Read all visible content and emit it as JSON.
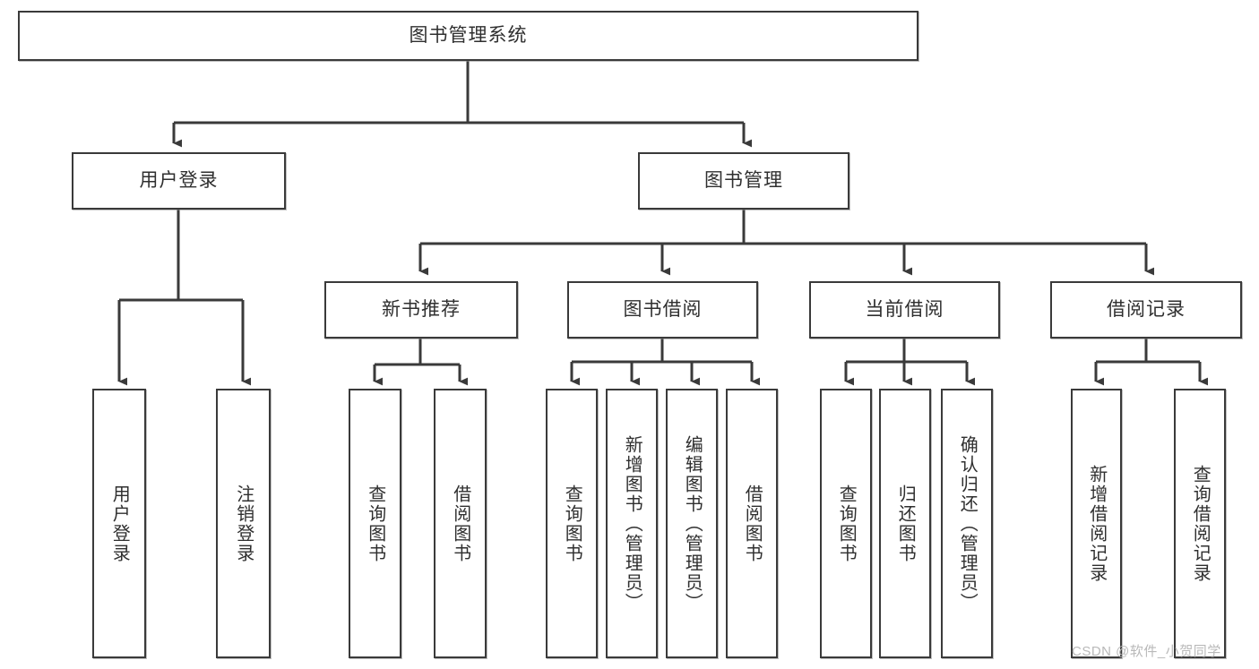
{
  "diagram": {
    "title": "图书管理系统",
    "type": "tree",
    "root": {
      "id": "root",
      "label": "图书管理系统",
      "orientation": "horizontal"
    },
    "level1": [
      {
        "id": "user-login",
        "label": "用户登录",
        "orientation": "horizontal"
      },
      {
        "id": "book-manage",
        "label": "图书管理",
        "orientation": "horizontal"
      }
    ],
    "level2": [
      {
        "id": "new-book-recommend",
        "label": "新书推荐",
        "orientation": "horizontal",
        "parent": "book-manage"
      },
      {
        "id": "book-borrow",
        "label": "图书借阅",
        "orientation": "horizontal",
        "parent": "book-manage"
      },
      {
        "id": "current-borrow",
        "label": "当前借阅",
        "orientation": "horizontal",
        "parent": "book-manage"
      },
      {
        "id": "borrow-record",
        "label": "借阅记录",
        "orientation": "horizontal",
        "parent": "book-manage"
      }
    ],
    "leaves": [
      {
        "id": "leaf-user-login",
        "label": "用户登录",
        "orientation": "vertical",
        "parent": "user-login"
      },
      {
        "id": "leaf-logout",
        "label": "注销登录",
        "orientation": "vertical",
        "parent": "user-login"
      },
      {
        "id": "leaf-query-book-1",
        "label": "查询图书",
        "orientation": "vertical",
        "parent": "new-book-recommend"
      },
      {
        "id": "leaf-borrow-book-1",
        "label": "借阅图书",
        "orientation": "vertical",
        "parent": "new-book-recommend"
      },
      {
        "id": "leaf-query-book-2",
        "label": "查询图书",
        "orientation": "vertical",
        "parent": "book-borrow"
      },
      {
        "id": "leaf-add-book",
        "label": "新增图书（管理员）",
        "orientation": "vertical",
        "parent": "book-borrow"
      },
      {
        "id": "leaf-edit-book",
        "label": "编辑图书（管理员）",
        "orientation": "vertical",
        "parent": "book-borrow"
      },
      {
        "id": "leaf-borrow-book-2",
        "label": "借阅图书",
        "orientation": "vertical",
        "parent": "book-borrow"
      },
      {
        "id": "leaf-query-book-3",
        "label": "查询图书",
        "orientation": "vertical",
        "parent": "current-borrow"
      },
      {
        "id": "leaf-return-book",
        "label": "归还图书",
        "orientation": "vertical",
        "parent": "current-borrow"
      },
      {
        "id": "leaf-confirm-return",
        "label": "确认归还（管理员）",
        "orientation": "vertical",
        "parent": "current-borrow"
      },
      {
        "id": "leaf-add-record",
        "label": "新增借阅记录",
        "orientation": "vertical",
        "parent": "borrow-record"
      },
      {
        "id": "leaf-query-record",
        "label": "查询借阅记录",
        "orientation": "vertical",
        "parent": "borrow-record"
      }
    ]
  },
  "watermark": {
    "text": "CSDN @软件_小贺同学"
  },
  "colors": {
    "stroke": "#3a3a3a",
    "text": "#2f2f2f",
    "background": "#ffffff",
    "watermark": "#b9b9b9"
  }
}
